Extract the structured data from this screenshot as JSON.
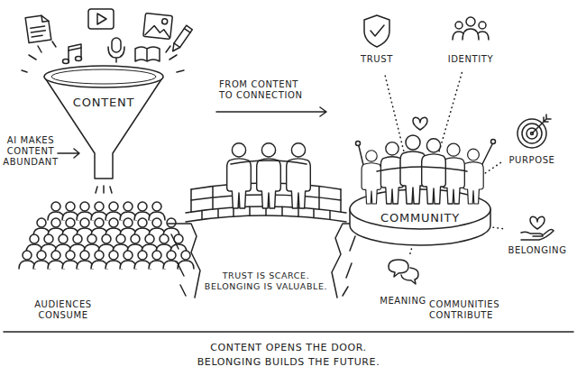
{
  "diagram": {
    "caption": "CONTENT OPENS THE DOOR. BELONGING BUILDS THE FUTURE.",
    "nodes": [
      {
        "text": [
          "CONTENT"
        ]
      },
      {
        "text": [
          "TRUST"
        ]
      },
      {
        "text": [
          "IDENTITY"
        ]
      },
      {
        "text": [
          "COMMUNITY"
        ]
      },
      {
        "text": [
          "PURPOSE"
        ]
      },
      {
        "text": [
          "BELONGING"
        ]
      },
      {
        "text": [
          "MEANING"
        ]
      }
    ],
    "edges": [
      {
        "from": 3,
        "to": 1,
        "arrow": "none"
      },
      {
        "from": 3,
        "to": 2,
        "arrow": "none"
      },
      {
        "from": 3,
        "to": 4,
        "arrow": "none"
      },
      {
        "from": 3,
        "to": 5,
        "arrow": "none"
      },
      {
        "from": 3,
        "to": 6,
        "arrow": "none"
      }
    ],
    "labels": [
      "AI MAKES CONTENT ABUNDANT",
      "AUDIENCES CONSUME",
      "FROM CONTENT TO CONNECTION",
      "TRUST IS SCARCE. BELONGING IS VALUABLE.",
      "COMMUNITIES CONTRIBUTE"
    ]
  }
}
